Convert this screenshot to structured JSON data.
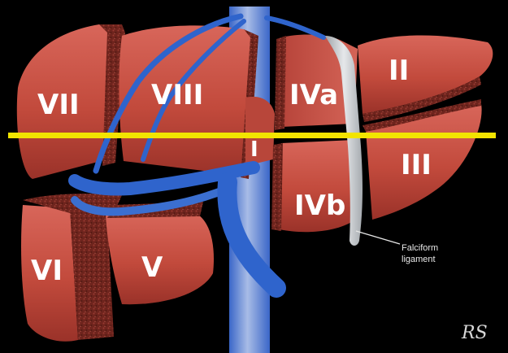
{
  "diagram": {
    "segments": {
      "seg_ii": "II",
      "seg_iii": "III",
      "seg_iva": "IVa",
      "seg_ivb": "IVb",
      "seg_v": "V",
      "seg_vi": "VI",
      "seg_vii": "VII",
      "seg_viii": "VIII",
      "seg_i": "I"
    },
    "callout": {
      "line1": "Falciform",
      "line2": "ligament"
    },
    "signature": "RS",
    "colors": {
      "background": "#000000",
      "liver": "#c24a3c",
      "parenchyma": "#7a2a22",
      "vessel_blue": "#3b6fd0",
      "vena_cava": "#8aa6d8",
      "ligament": "#c9ccd0",
      "cut_line": "#f2e400"
    }
  }
}
